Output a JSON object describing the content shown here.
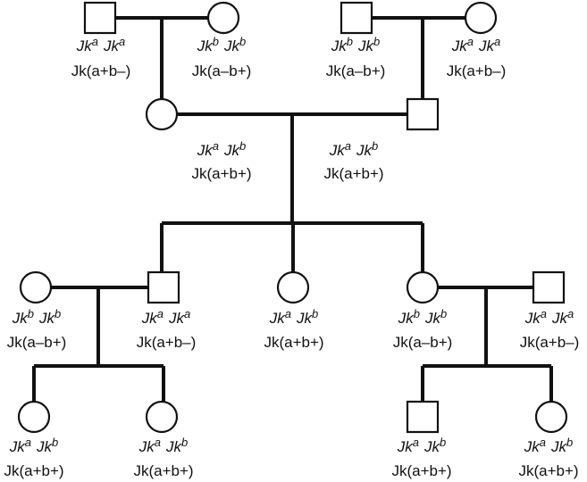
{
  "individuals": [
    {
      "id": "g1-m1",
      "sex": "male",
      "geno": [
        "Jk",
        "a",
        "Jk",
        "a"
      ],
      "phenotype": "Jk(a+b–)"
    },
    {
      "id": "g1-f1",
      "sex": "female",
      "geno": [
        "Jk",
        "b",
        "Jk",
        "b"
      ],
      "phenotype": "Jk(a–b+)"
    },
    {
      "id": "g1-m2",
      "sex": "male",
      "geno": [
        "Jk",
        "b",
        "Jk",
        "b"
      ],
      "phenotype": "Jk(a–b+)"
    },
    {
      "id": "g1-f2",
      "sex": "female",
      "geno": [
        "Jk",
        "a",
        "Jk",
        "a"
      ],
      "phenotype": "Jk(a+b–)"
    },
    {
      "id": "g2-f",
      "sex": "female",
      "geno": [
        "Jk",
        "a",
        "Jk",
        "b"
      ],
      "phenotype": "Jk(a+b+)"
    },
    {
      "id": "g2-m",
      "sex": "male",
      "geno": [
        "Jk",
        "a",
        "Jk",
        "b"
      ],
      "phenotype": "Jk(a+b+)"
    },
    {
      "id": "g3-f-spouse",
      "sex": "female",
      "geno": [
        "Jk",
        "b",
        "Jk",
        "b"
      ],
      "phenotype": "Jk(a–b+)"
    },
    {
      "id": "g3-m",
      "sex": "male",
      "geno": [
        "Jk",
        "a",
        "Jk",
        "a"
      ],
      "phenotype": "Jk(a+b–)"
    },
    {
      "id": "g3-f-mid",
      "sex": "female",
      "geno": [
        "Jk",
        "a",
        "Jk",
        "b"
      ],
      "phenotype": "Jk(a+b+)"
    },
    {
      "id": "g3-f-right",
      "sex": "female",
      "geno": [
        "Jk",
        "b",
        "Jk",
        "b"
      ],
      "phenotype": "Jk(a–b+)"
    },
    {
      "id": "g3-m-spouse",
      "sex": "male",
      "geno": [
        "Jk",
        "a",
        "Jk",
        "a"
      ],
      "phenotype": "Jk(a+b–)"
    },
    {
      "id": "g4-f1",
      "sex": "female",
      "geno": [
        "Jk",
        "a",
        "Jk",
        "b"
      ],
      "phenotype": "Jk(a+b+)"
    },
    {
      "id": "g4-f2",
      "sex": "female",
      "geno": [
        "Jk",
        "a",
        "Jk",
        "b"
      ],
      "phenotype": "Jk(a+b+)"
    },
    {
      "id": "g4-m",
      "sex": "male",
      "geno": [
        "Jk",
        "a",
        "Jk",
        "b"
      ],
      "phenotype": "Jk(a+b+)"
    },
    {
      "id": "g4-f3",
      "sex": "female",
      "geno": [
        "Jk",
        "a",
        "Jk",
        "b"
      ],
      "phenotype": "Jk(a+b+)"
    }
  ]
}
